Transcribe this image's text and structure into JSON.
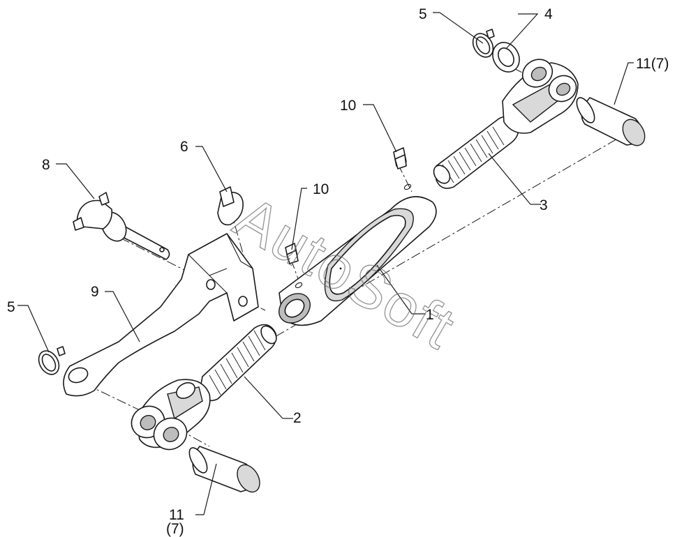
{
  "watermark": "AutoSoft",
  "callouts": {
    "c1": "1",
    "c2": "2",
    "c3": "3",
    "c4": "4",
    "c5_top": "5",
    "c5_left": "5",
    "c6": "6",
    "c8": "8",
    "c9": "9",
    "c10_top": "10",
    "c10_mid": "10",
    "c11_top": "11(7)",
    "c11_bottom_a": "11",
    "c11_bottom_b": "(7)"
  },
  "colors": {
    "line": "#1a1a1a",
    "shade": "#d9d9d9",
    "watermark": "#6e6e6e"
  }
}
